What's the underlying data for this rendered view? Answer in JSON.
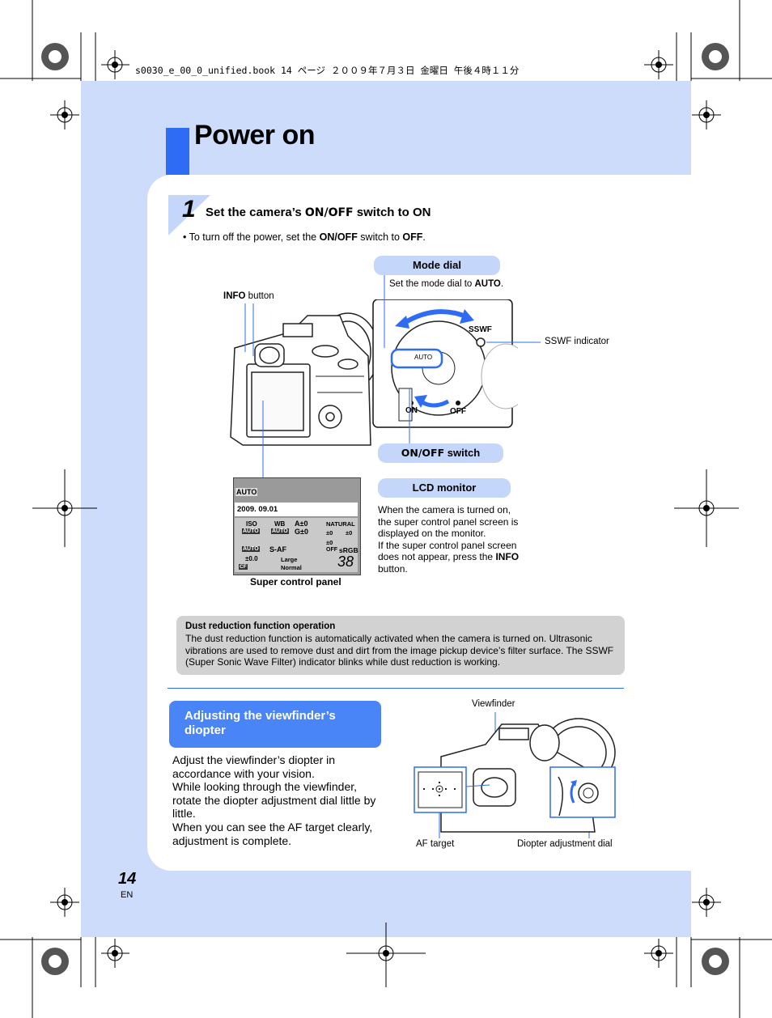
{
  "header": {
    "line": "s0030_e_00_0_unified.book  14 ページ  ２００９年７月３日  金曜日  午後４時１１分"
  },
  "page": {
    "title": "Power on",
    "number": "14",
    "lang": "EN"
  },
  "step": {
    "number": "1",
    "title_pre": "Set the camera’s ",
    "title_key": "ON/OFF",
    "title_post": " switch to ON",
    "note_pre": "•  To turn off the power, set the ",
    "note_key": "ON/OFF",
    "note_mid": " switch to ",
    "note_key2": "OFF",
    "note_post": "."
  },
  "callouts": {
    "mode_dial": "Mode dial",
    "mode_dial_note_pre": "Set the mode dial to ",
    "mode_dial_note_key": "AUTO",
    "mode_dial_note_post": ".",
    "info_button_key": "INFO",
    "info_button_post": " button",
    "sswf_indicator": "SSWF indicator",
    "sswf": "SSWF",
    "on": "ON",
    "off": "OFF",
    "auto": "AUTO",
    "onoff_switch_key": "ON/OFF",
    "onoff_switch_post": " switch",
    "lcd_monitor": "LCD monitor",
    "lcd_text_1": "When the camera is turned on,",
    "lcd_text_2": "the super control panel screen is",
    "lcd_text_3": "displayed on the monitor.",
    "lcd_text_4": "If the super control panel screen",
    "lcd_text_5": "does not appear, press the ",
    "lcd_text_5_key": "INFO",
    "lcd_text_6": "button.",
    "super_control_panel": "Super control panel"
  },
  "panel": {
    "mode": "AUTO",
    "date": "2009. 09.01",
    "iso": "ISO",
    "iso_val": "AUTO",
    "wb": "WB",
    "wb_val": "AUTO",
    "a_val": "A±0",
    "g_val": "G±0",
    "natural": "NATURAL",
    "s_af": "S-AF",
    "srgb": "sRGB",
    "flash_val": "AUTO",
    "ev": "±0.0",
    "size1": "Large",
    "size2": "Normal",
    "shots": "38",
    "zero1": "±0",
    "zero2": "±0",
    "zero3": "±0",
    "off": "OFF",
    "cf": "CF"
  },
  "dust": {
    "title": "Dust reduction function operation",
    "text": "The dust reduction function is automatically activated when the camera is turned on. Ultrasonic vibrations are used to remove dust and dirt from the image pickup device’s filter surface. The SSWF (Super Sonic Wave Filter) indicator blinks while dust reduction is working."
  },
  "diopter": {
    "heading": "Adjusting the viewfinder’s diopter",
    "text": "Adjust the viewfinder’s diopter in accordance with your vision.\nWhile looking through the viewfinder, rotate the diopter adjustment dial little by little.\nWhen you can see the AF target clearly, adjustment is complete.",
    "viewfinder": "Viewfinder",
    "af_target": "AF target",
    "diopter_dial": "Diopter adjustment dial"
  },
  "colors": {
    "accent": "#2e6cf5",
    "band": "#cddcfb",
    "pill": "#c5d6fb",
    "heading_box": "#4a85f7",
    "note_box": "#d2d2d2"
  }
}
